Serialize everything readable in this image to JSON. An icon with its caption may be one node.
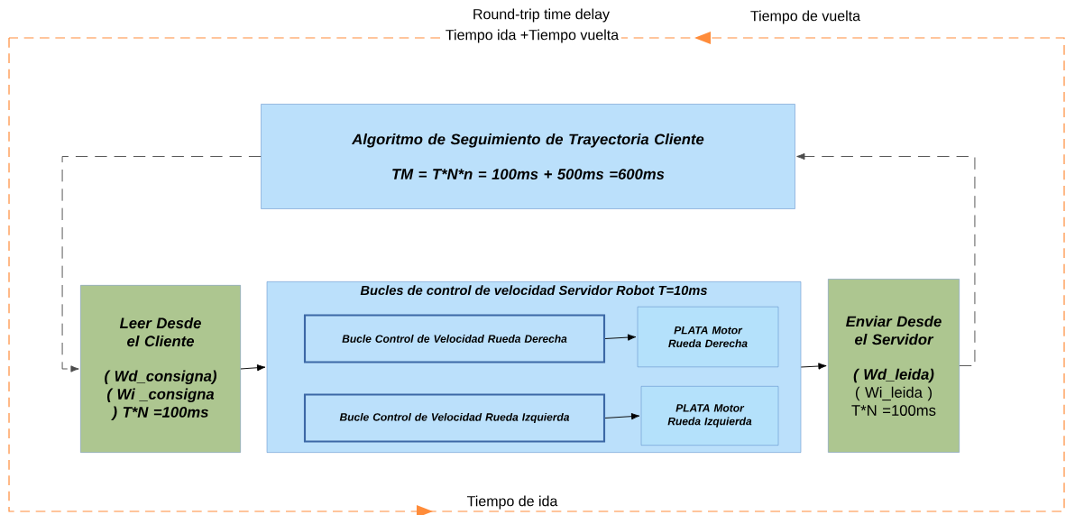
{
  "diagram": {
    "nodes": [
      {
        "text": [
          "Algoritmo de Seguimiento de Trayectoria Cliente",
          "TM = T*N*n = 100ms + 500ms =600ms"
        ]
      },
      {
        "text": [
          "Leer Desde el Cliente",
          "( Wd_consigna) ( Wi _consigna ) T*N =100ms"
        ]
      },
      {
        "text": [
          "Bucles de control de velocidad Servidor Robot T=10ms"
        ]
      },
      {
        "text": [
          "Bucle Control de Velocidad Rueda Derecha"
        ],
        "in": 2
      },
      {
        "text": [
          "PLATA Motor Rueda Derecha"
        ],
        "in": 2
      },
      {
        "text": [
          "Bucle Control de Velocidad Rueda Izquierda"
        ],
        "in": 2
      },
      {
        "text": [
          "PLATA Motor Rueda Izquierda"
        ],
        "in": 2
      },
      {
        "text": [
          "Enviar Desde el Servidor",
          "( Wd_leida)",
          "( Wi_leida ) T*N =100ms"
        ]
      }
    ],
    "edges": [
      {
        "from": 0,
        "to": 1,
        "arrow": "to",
        "style": "dashed"
      },
      {
        "from": 1,
        "to": 2,
        "arrow": "to"
      },
      {
        "from": 3,
        "to": 4,
        "arrow": "to"
      },
      {
        "from": 5,
        "to": 6,
        "arrow": "to"
      },
      {
        "from": 2,
        "to": 7,
        "arrow": "to"
      },
      {
        "from": 7,
        "to": 0,
        "arrow": "to",
        "style": "dashed"
      }
    ],
    "labels": [
      "Round-trip time delay",
      "Tiempo ida +Tiempo vuelta",
      "Tiempo de vuelta",
      "Tiempo de ida"
    ]
  }
}
